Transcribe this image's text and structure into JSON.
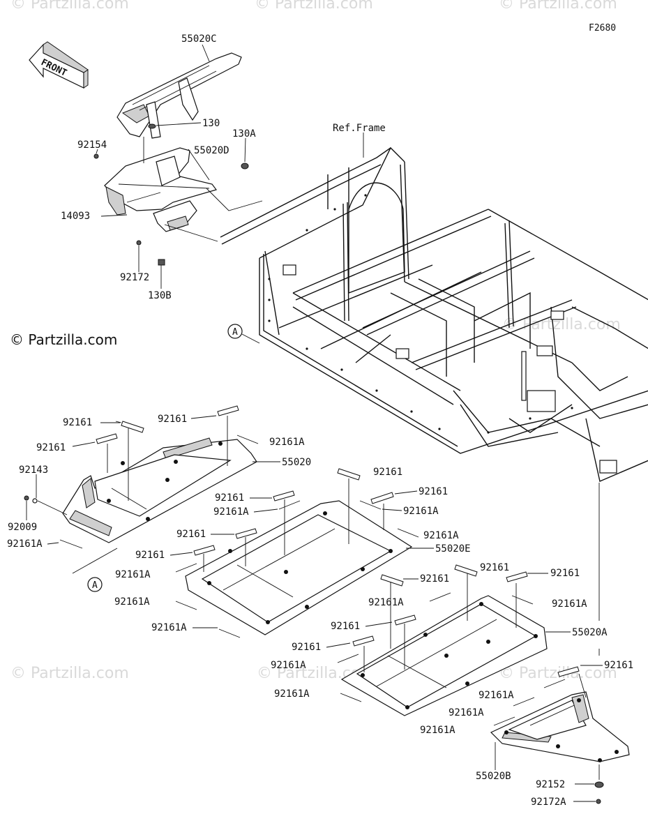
{
  "figure_code": "F2680",
  "front_arrow_label": "FRONT",
  "watermark_text": "© Partzilla.com",
  "ref_frame_label": "Ref.Frame",
  "ref_marker": "A",
  "parts": {
    "p55020C": "55020C",
    "p130": "130",
    "p130A": "130A",
    "p92154": "92154",
    "p55020D": "55020D",
    "p14093": "14093",
    "p92172": "92172",
    "p130B": "130B",
    "p92161": "92161",
    "p92161A": "92161A",
    "p55020": "55020",
    "p92143": "92143",
    "p92009": "92009",
    "p55020E": "55020E",
    "p55020A": "55020A",
    "p55020B": "55020B",
    "p92152": "92152",
    "p92172A": "92172A"
  },
  "colors": {
    "line": "#111111",
    "watermark": "#d9d9d9",
    "background": "#ffffff"
  }
}
